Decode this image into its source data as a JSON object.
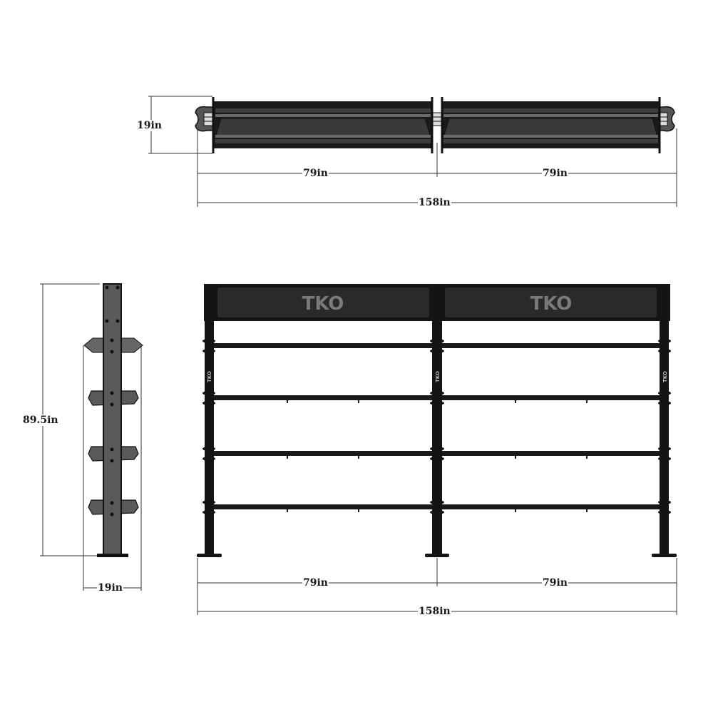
{
  "brand": {
    "logo_text": "TKO",
    "upright_text": "TKO",
    "frame_color": "#141414",
    "panel_color": "#2a2a2a",
    "logo_color": "#7a7a7a",
    "side_color": "#555555",
    "line_color": "#333333"
  },
  "views": {
    "top": {
      "depth_label": "19in",
      "bay_left_label": "79in",
      "bay_right_label": "79in",
      "total_label": "158in"
    },
    "side": {
      "height_label": "89.5in",
      "depth_label": "19in",
      "shelf_count": 4
    },
    "front": {
      "bay_left_label": "79in",
      "bay_right_label": "79in",
      "total_label": "158in",
      "bay_count": 2,
      "shelf_count": 4
    }
  }
}
